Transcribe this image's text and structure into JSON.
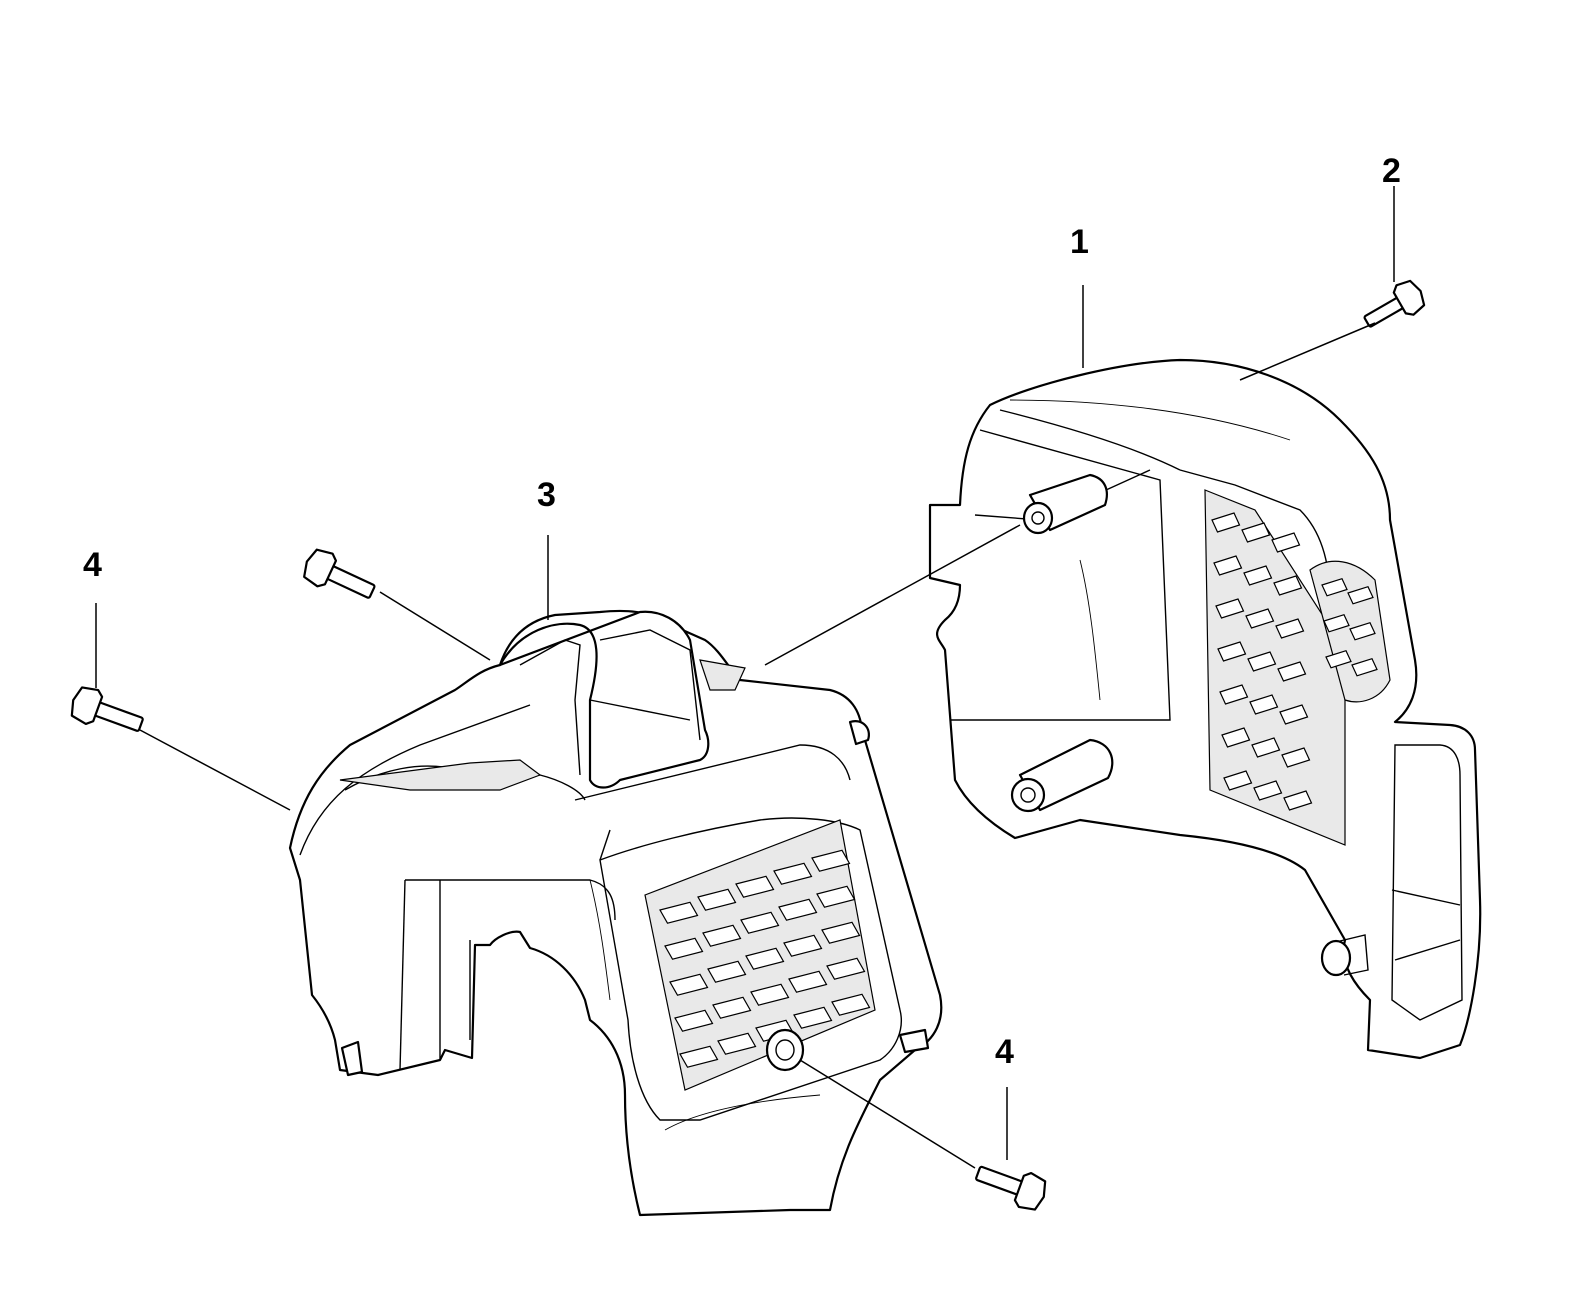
{
  "callouts": {
    "part_1": "1",
    "part_2": "2",
    "part_3": "3",
    "part_4_left": "4",
    "part_4_bottom": "4"
  },
  "colors": {
    "line": "#000000",
    "background": "#ffffff"
  }
}
